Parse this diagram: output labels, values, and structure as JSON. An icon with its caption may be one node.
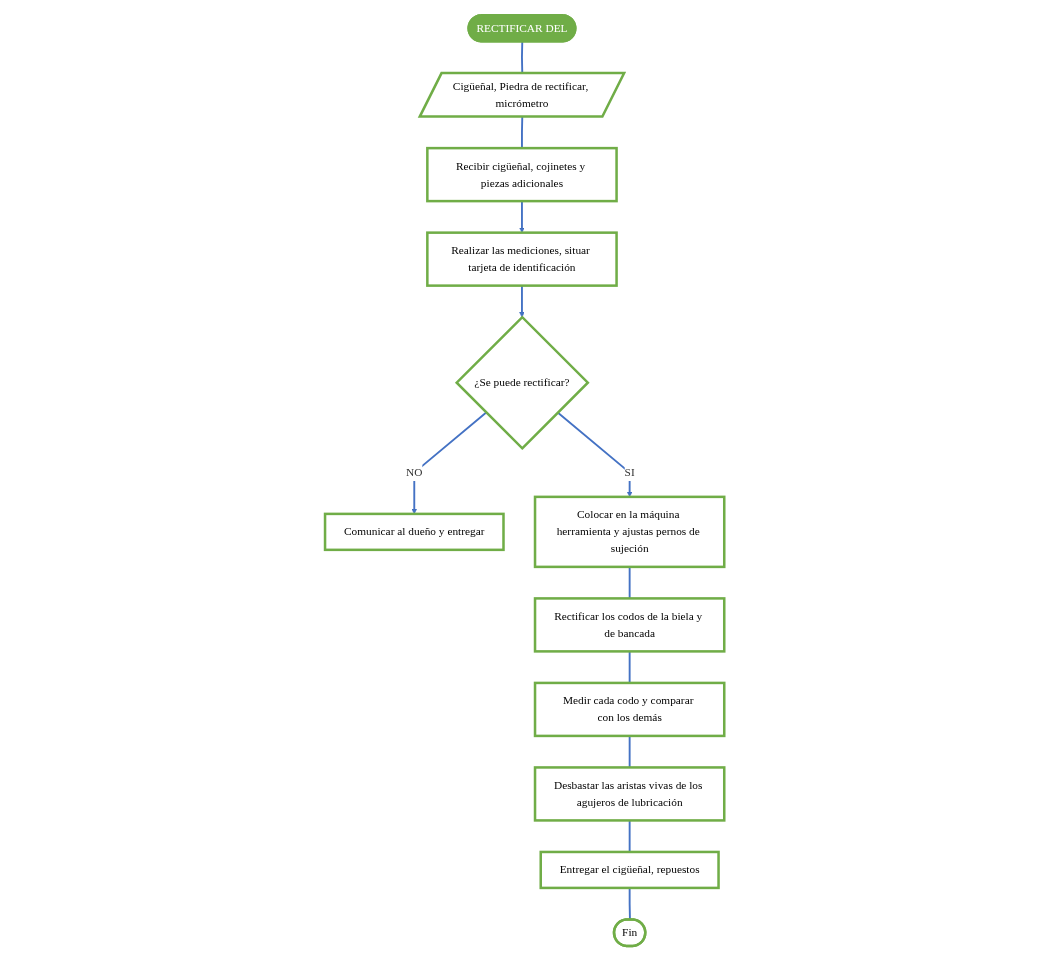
{
  "diagram": {
    "nodes": [
      {
        "text": [
          "RECTIFICAR DEL"
        ]
      },
      {
        "text": [
          "Cigüeñal, Piedra de rectificar, micrómetro"
        ]
      },
      {
        "text": [
          "Recibir cigüeñal, cojinetes y piezas adicionales"
        ]
      },
      {
        "text": [
          "Realizar las mediciones, situar tarjeta de identificación"
        ]
      },
      {
        "text": [
          "¿Se puede rectificar?"
        ]
      },
      {
        "text": [
          "Comunicar al dueño y entregar"
        ]
      },
      {
        "text": [
          "Colocar en la máquina herramienta y ajustas pernos de sujeción"
        ]
      },
      {
        "text": [
          "Rectificar los codos de la biela y de bancada"
        ]
      },
      {
        "text": [
          "Medir cada codo y comparar con los demás"
        ]
      },
      {
        "text": [
          "Desbastar las aristas vivas de los agujeros de lubricación"
        ]
      },
      {
        "text": [
          "Entregar el cigüeñal, repuestos"
        ]
      },
      {
        "text": [
          "Fin"
        ]
      }
    ],
    "edges": [
      {
        "from": 0,
        "to": 1,
        "arrow": "none"
      },
      {
        "from": 1,
        "to": 2,
        "arrow": "none"
      },
      {
        "from": 2,
        "to": 3,
        "arrow": "to"
      },
      {
        "from": 3,
        "to": 4,
        "arrow": "to"
      },
      {
        "from": 4,
        "to": 5,
        "arrow": "to",
        "label": "NO"
      },
      {
        "from": 4,
        "to": 6,
        "arrow": "to",
        "label": "SI"
      },
      {
        "from": 6,
        "to": 7,
        "arrow": "none"
      },
      {
        "from": 7,
        "to": 8,
        "arrow": "none"
      },
      {
        "from": 8,
        "to": 9,
        "arrow": "none"
      },
      {
        "from": 9,
        "to": 10,
        "arrow": "none"
      },
      {
        "from": 10,
        "to": 11,
        "arrow": "none"
      }
    ]
  }
}
